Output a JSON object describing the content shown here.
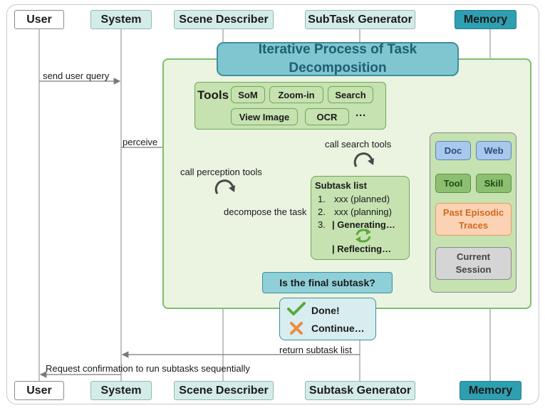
{
  "actors": {
    "user": "User",
    "system": "System",
    "scene_describer": "Scene Describer",
    "subtask_generator": "SubTask Generator",
    "subtask_generator_bottom": "Subtask Generator",
    "memory": "Memory"
  },
  "iterative": {
    "title_line1": "Iterative Process of Task",
    "title_line2": "Decomposition"
  },
  "tools": {
    "label": "Tools",
    "items": [
      "SoM",
      "Zoom-in",
      "Search",
      "View Image",
      "OCR"
    ],
    "ellipsis": "···"
  },
  "messages": {
    "send_user_query": "send user query",
    "perceive": "perceive",
    "call_search_tools": "call search tools",
    "call_perception_tools": "call perception tools",
    "decompose_the_task": "decompose the task",
    "return_subtask_list": "return subtask list",
    "request_confirmation": "Request confirmation to run subtasks sequentially"
  },
  "subtask_list": {
    "title": "Subtask list",
    "item1_num": "1.",
    "item1": "xxx (planned)",
    "item2_num": "2.",
    "item2": "xxx (planning)",
    "item3_num": "3.",
    "item3": "| Generating…",
    "reflecting": "| Reflecting…"
  },
  "decision": {
    "question": "Is the final subtask?",
    "done": "Done!",
    "continue": "Continue…"
  },
  "memory_items": {
    "doc": "Doc",
    "web": "Web",
    "tool": "Tool",
    "skill": "Skill",
    "past_line1": "Past Episodic",
    "past_line2": "Traces",
    "current_line1": "Current",
    "current_line2": "Session"
  },
  "colors": {
    "teal_actor": "#d4ece9",
    "memory_actor": "#2e9fb0",
    "panel_green": "#eaf4e1",
    "chip_green": "#c6e2b0",
    "title_teal": "#7fc6d0",
    "check_green": "#5aa83c",
    "cross_orange": "#f08a3c"
  }
}
